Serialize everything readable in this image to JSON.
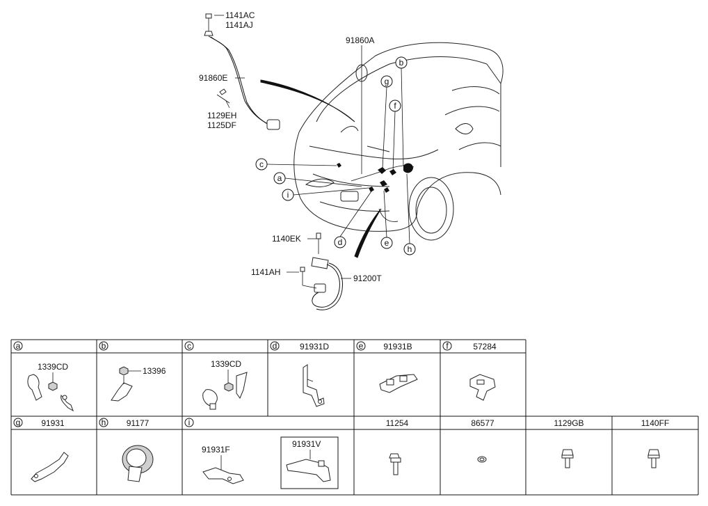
{
  "diagram": {
    "top_labels": {
      "bolt_top_1": "1141AC",
      "bolt_top_2": "1141AJ",
      "cable_top": "91860E",
      "bolt_mid_1": "1129EH",
      "bolt_mid_2": "1125DF",
      "harness_main": "91860A",
      "bolt_low_1": "1140EK",
      "bolt_low_2": "1141AH",
      "cable_low": "91200T"
    },
    "callouts": {
      "a": "a",
      "b": "b",
      "c": "c",
      "d": "d",
      "e": "e",
      "f": "f",
      "g": "g",
      "h": "h",
      "i": "i"
    }
  },
  "table": {
    "row1": [
      {
        "letter": "a",
        "part": "",
        "sub": [
          "1339CD"
        ]
      },
      {
        "letter": "b",
        "part": "",
        "sub": [
          "13396"
        ]
      },
      {
        "letter": "c",
        "part": "",
        "sub": [
          "1339CD"
        ]
      },
      {
        "letter": "d",
        "part": "91931D",
        "sub": []
      },
      {
        "letter": "e",
        "part": "91931B",
        "sub": []
      },
      {
        "letter": "f",
        "part": "57284",
        "sub": []
      }
    ],
    "row2": [
      {
        "letter": "g",
        "part": "91931",
        "sub": []
      },
      {
        "letter": "h",
        "part": "91177",
        "sub": []
      },
      {
        "letter": "i",
        "part": "",
        "sub": [
          "91931F",
          "91931V"
        ]
      },
      {
        "letter": "",
        "part": "11254",
        "sub": []
      },
      {
        "letter": "",
        "part": "86577",
        "sub": []
      },
      {
        "letter": "",
        "part": "1129GB",
        "sub": []
      },
      {
        "letter": "",
        "part": "1140FF",
        "sub": []
      }
    ]
  }
}
